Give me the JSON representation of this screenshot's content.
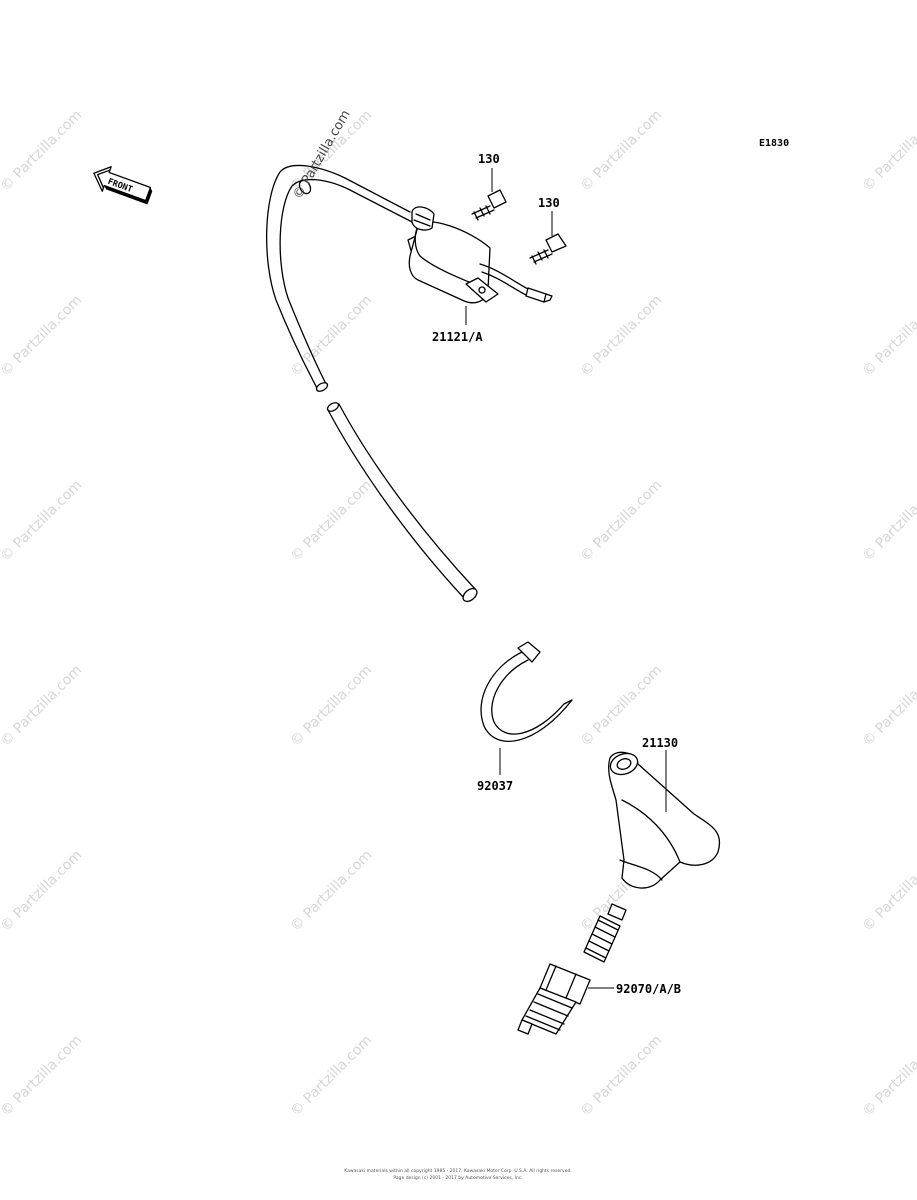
{
  "diagram_code": "E1830",
  "front_badge": "FRONT",
  "watermark": "© Partzilla.com",
  "parts": [
    {
      "number": "130",
      "name": "bolt"
    },
    {
      "number": "130",
      "name": "bolt"
    },
    {
      "number": "21121/A",
      "name": "ignition-coil"
    },
    {
      "number": "92037",
      "name": "clamp"
    },
    {
      "number": "21130",
      "name": "plug-cap"
    },
    {
      "number": "92070/A/B",
      "name": "spark-plug"
    }
  ],
  "footer": {
    "line1": "Kawasaki materials within all copyright 1985 - 2017, Kawasaki Motor Corp. U.S.A. All rights reserved.",
    "line2": "Page design (c) 2001 - 2017 by Automotive Services, Inc."
  }
}
